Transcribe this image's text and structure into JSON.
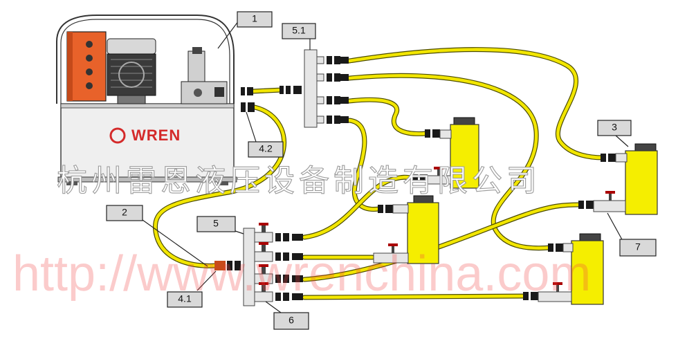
{
  "brand": {
    "logo_text": "WREN",
    "accent": "#e8622a",
    "hose_color": "#f2e600",
    "cylinder_color": "#f5ee00"
  },
  "callouts": {
    "c1": "1",
    "c2": "2",
    "c3": "3",
    "c4_1": "4.1",
    "c4_2": "4.2",
    "c5": "5",
    "c5_1": "5.1",
    "c6": "6",
    "c7": "7"
  },
  "watermarks": {
    "company_cn": "杭州雷恩液压设备制造有限公司",
    "url": "http://www.wrenchina.com"
  }
}
